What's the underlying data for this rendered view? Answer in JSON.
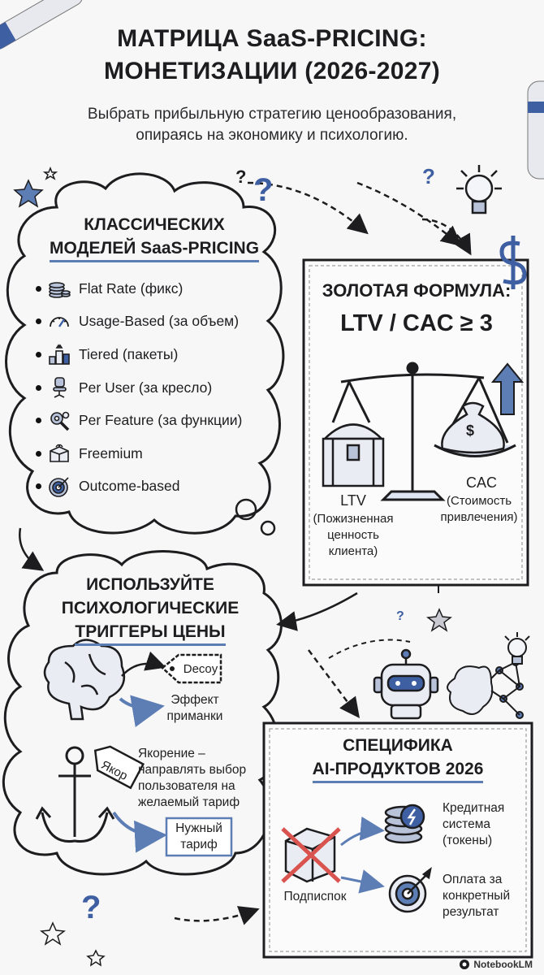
{
  "title_line1": "МАТРИЦА SaaS-PRICING:",
  "title_line2": "МОНЕТИЗАЦИИ (2026-2027)",
  "subtitle_line1": "Выбрать прибыльную стратегию ценообразования,",
  "subtitle_line2": "опираясь на экономику и психологию.",
  "models": {
    "heading_line1": "КЛАССИЧЕСКИХ",
    "heading_line2": "МОДЕЛЕЙ SaaS-PRICING",
    "items": [
      {
        "label": "Flat Rate (фикс)",
        "icon": "coins-stack-icon"
      },
      {
        "label": "Usage-Based (за объем)",
        "icon": "speedometer-icon"
      },
      {
        "label": "Tiered (пакеты)",
        "icon": "podium-tiers-icon"
      },
      {
        "label": "Per User (за кресло)",
        "icon": "office-chair-icon"
      },
      {
        "label": "Per Feature (за функции)",
        "icon": "gear-wrench-icon"
      },
      {
        "label": "Freemium",
        "icon": "gift-box-icon"
      },
      {
        "label": "Outcome-based",
        "icon": "target-icon"
      }
    ]
  },
  "formula": {
    "heading": "ЗОЛОТАЯ ФОРМУЛА:",
    "equation": "LTV / CAC ≥ 3",
    "ltv_label": "LTV",
    "ltv_desc_1": "(Пожизненная",
    "ltv_desc_2": "ценность",
    "ltv_desc_3": "клиента)",
    "cac_label": "CAC",
    "cac_desc_1": "(Стоимость",
    "cac_desc_2": "привлечения)",
    "money_bag_symbol": "$",
    "dollar_symbol": "$"
  },
  "triggers": {
    "heading_line1": "ИСПОЛЬЗУЙТЕ",
    "heading_line2": "ПСИХОЛОГИЧЕСКИЕ",
    "heading_line3": "ТРИГГЕРЫ ЦЕНЫ",
    "decoy_tag": "Decoy",
    "decoy_caption_1": "Эффект",
    "decoy_caption_2": "приманки",
    "anchor_tag": "Якор",
    "anchor_text_1": "Якорение –",
    "anchor_text_2": "направлять выбор",
    "anchor_text_3": "пользователя на",
    "anchor_text_4": "желаемый тариф",
    "target_plan_1": "Нужный",
    "target_plan_2": "тариф"
  },
  "ai": {
    "heading_line1": "СПЕЦИФИКА",
    "heading_line2": "AI-ПРОДУКТОВ 2026",
    "subscription_label": "Подписпок",
    "credit_1": "Кредитная",
    "credit_2": "система",
    "credit_3": "(токены)",
    "result_1": "Оплата за",
    "result_2": "конкретный",
    "result_3": "результат"
  },
  "question_mark": "?",
  "brand": "NotebookLM",
  "colors": {
    "accent_blue": "#5d7db5",
    "ink": "#1d1d1f",
    "cross_red": "#d9534f",
    "background": "#f7f7f8"
  }
}
